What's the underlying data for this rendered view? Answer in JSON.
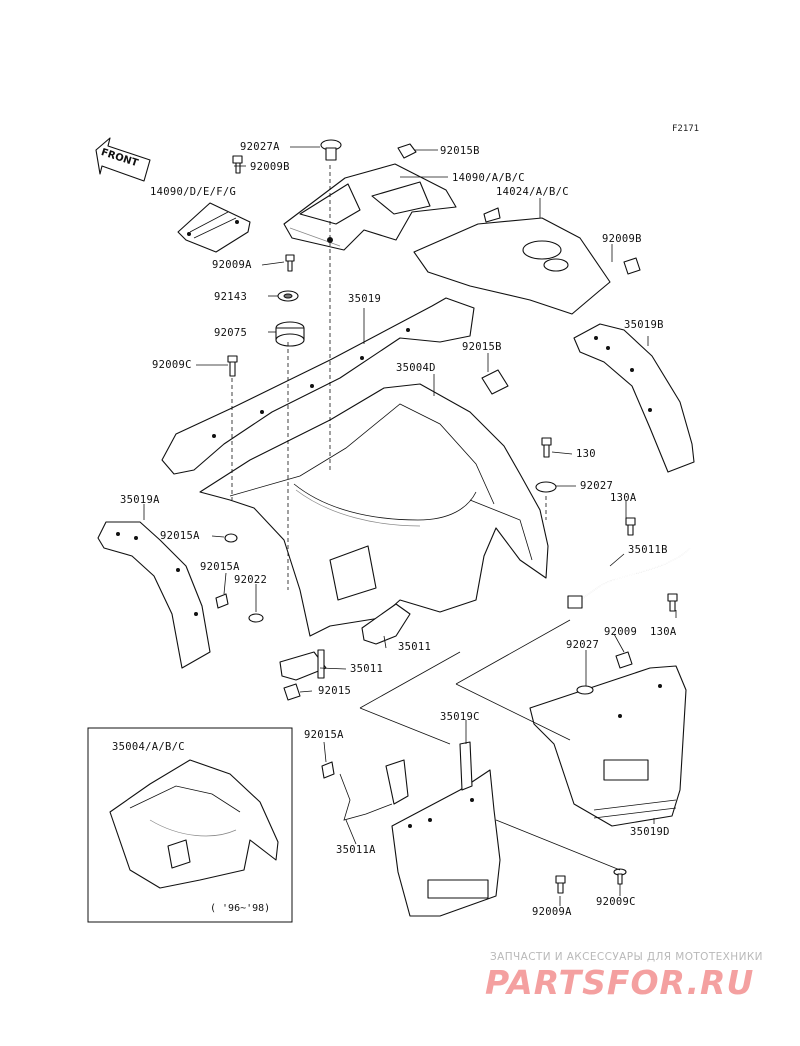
{
  "figure_code": "F2171",
  "front_arrow": "FRONT",
  "labels": {
    "l_92027A": "92027A",
    "l_92009B_top": "92009B",
    "l_92015B_top": "92015B",
    "l_14090DEFG": "14090/D/E/F/G",
    "l_14090ABC": "14090/A/B/C",
    "l_14024ABC": "14024/A/B/C",
    "l_92009B_right": "92009B",
    "l_92009A_left": "92009A",
    "l_92143": "92143",
    "l_35019": "35019",
    "l_35019B": "35019B",
    "l_92075": "92075",
    "l_92015B_mid": "92015B",
    "l_92009C_left": "92009C",
    "l_35004D": "35004D",
    "l_130": "130",
    "l_92027": "92027",
    "l_130A_top": "130A",
    "l_35019A": "35019A",
    "l_92015A_1": "92015A",
    "l_35011B": "35011B",
    "l_92015A_2": "92015A",
    "l_92022": "92022",
    "l_130A_bottom": "130A",
    "l_35011": "35011",
    "l_35011_2": "35011",
    "l_92009": "92009",
    "l_92027_2": "92027",
    "l_92015": "92015",
    "l_35019C": "35019C",
    "l_92015A_3": "92015A",
    "l_35004ABC": "35004/A/B/C",
    "l_35019D": "35019D",
    "l_35011A": "35011A",
    "l_92009A_bottom": "92009A",
    "l_92009C_bottom": "92009C"
  },
  "inset_years": "( '96~'98)",
  "watermark": {
    "tagline": "ЗАПЧАСТИ И АКСЕССУАРЫ ДЛЯ МОТОТЕХНИКИ",
    "brand": "PARTSFOR.RU",
    "brand_color": "#f4a0a0"
  }
}
